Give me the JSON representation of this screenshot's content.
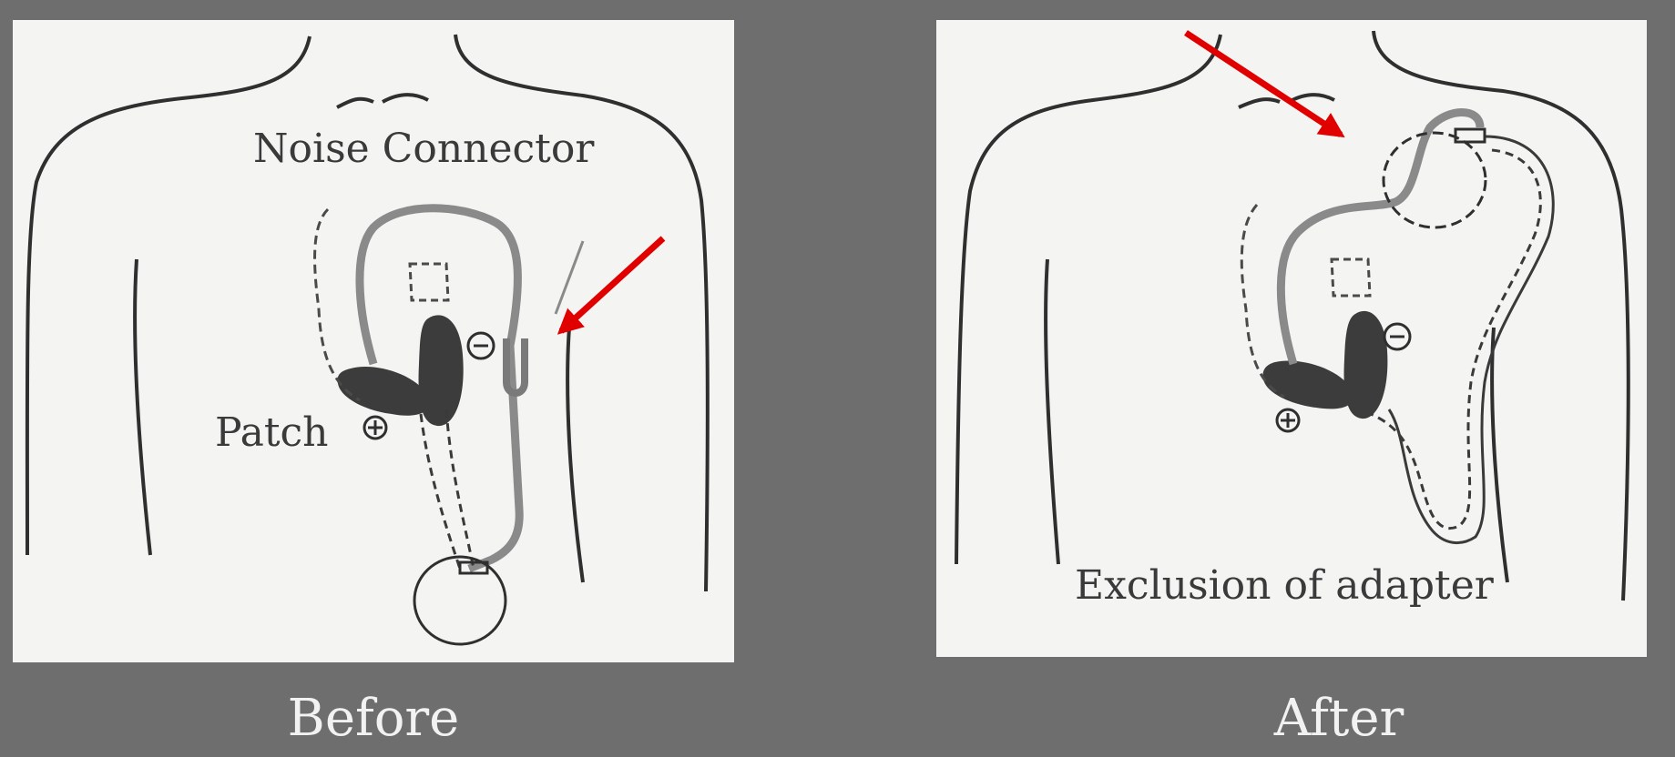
{
  "panels": {
    "before": {
      "caption": "Before",
      "labels": {
        "connector": "Noise Connector",
        "patch": "Patch"
      }
    },
    "after": {
      "caption": "After",
      "labels": {
        "adapter": "Exclusion of adapter"
      }
    }
  },
  "colors": {
    "background": "#6e6e6e",
    "panel": "#f4f4f2",
    "line": "#2f2f2f",
    "lead": "#8a8a8a",
    "heart": "#3c3c3c",
    "arrow": "#e00000"
  },
  "icons": {
    "plus": "⊕",
    "minus": "⊖"
  }
}
